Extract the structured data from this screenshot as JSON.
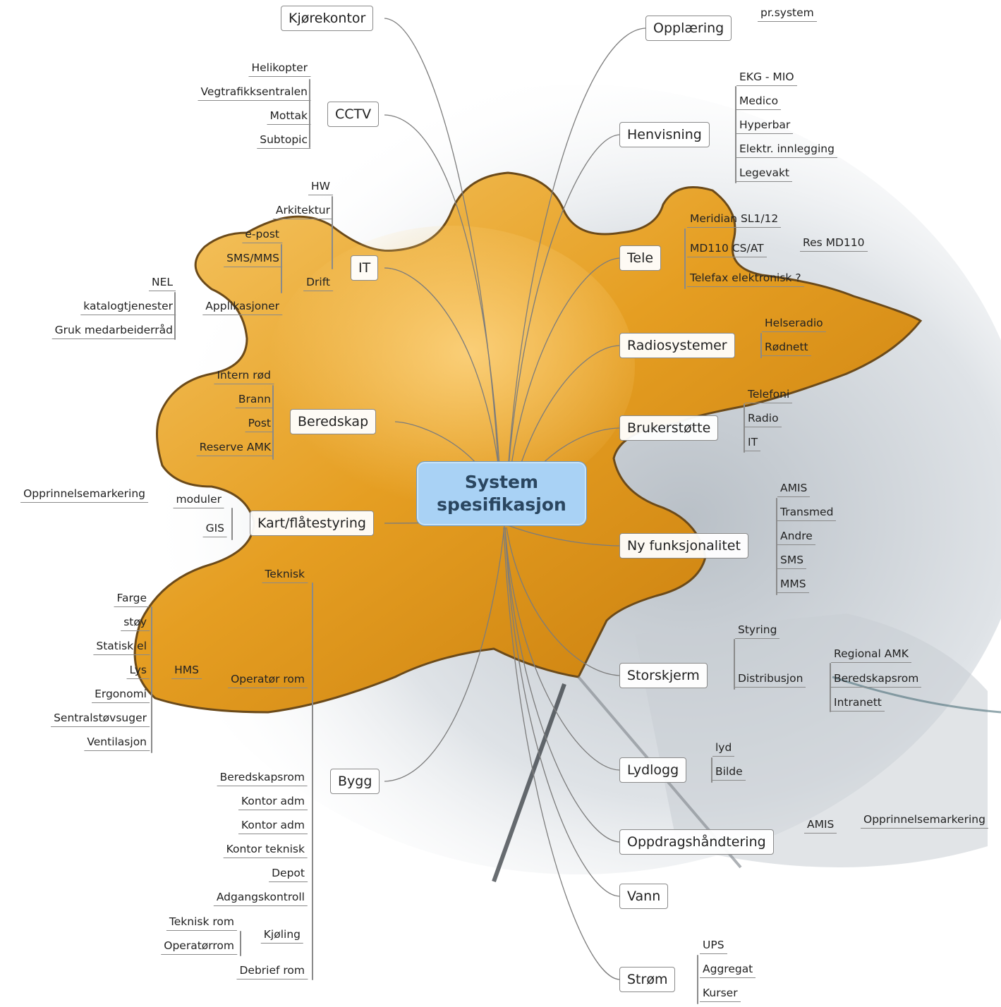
{
  "center": {
    "line1": "System",
    "line2": "spesifikasjon"
  },
  "left_branches": {
    "kjorekontor": "Kjørekontor",
    "cctv": {
      "label": "CCTV",
      "children": [
        "Helikopter",
        "Vegtrafikksentralen",
        "Mottak",
        "Subtopic"
      ]
    },
    "it": {
      "label": "IT",
      "hw": "HW",
      "arkitektur": "Arkitektur",
      "drift": "Drift",
      "drift_children": [
        "e-post",
        "SMS/MMS"
      ],
      "applikasjoner": "Applikasjoner",
      "applikasjoner_children": [
        "NEL",
        "katalogtjenester",
        "Gruk medarbeiderråd"
      ]
    },
    "beredskap": {
      "label": "Beredskap",
      "children": [
        "Intern rød",
        "Brann",
        "Post",
        "Reserve AMK"
      ]
    },
    "kart": {
      "label": "Kart/flåtestyring",
      "moduler": "moduler",
      "opprinnelse": "Opprinnelsemarkering",
      "gis": "GIS"
    },
    "bygg": {
      "label": "Bygg",
      "teknisk": "Teknisk",
      "operator_rom": "Operatør rom",
      "hms": "HMS",
      "hms_children": [
        "Farge",
        "støy",
        "Statisk el",
        "Lys",
        "Ergonomi",
        "Sentralstøvsuger",
        "Ventilasjon"
      ],
      "rooms": [
        "Beredskapsrom",
        "Kontor adm",
        "Kontor adm",
        "Kontor teknisk",
        "Depot",
        "Adgangskontroll"
      ],
      "kjoling": "Kjøling",
      "kjoling_children": [
        "Teknisk rom",
        "Operatørrom"
      ],
      "debrief": "Debrief rom"
    }
  },
  "right_branches": {
    "opplaering": {
      "label": "Opplæring",
      "children": [
        "pr.system"
      ]
    },
    "henvisning": {
      "label": "Henvisning",
      "children": [
        "EKG - MIO",
        "Medico",
        "Hyperbar",
        "Elektr. innlegging",
        "Legevakt"
      ]
    },
    "tele": {
      "label": "Tele",
      "meridian": "Meridian SL1/12",
      "md110": "MD110 CS/AT",
      "res_md110": "Res MD110",
      "telefax": "Telefax elektronisk ?"
    },
    "radiosystemer": {
      "label": "Radiosystemer",
      "children": [
        "Helseradio",
        "Rødnett"
      ]
    },
    "brukerstotte": {
      "label": "Brukerstøtte",
      "children": [
        "Telefoni",
        "Radio",
        "IT"
      ]
    },
    "ny_funksjonalitet": {
      "label": "Ny funksjonalitet",
      "children": [
        "AMIS",
        "Transmed",
        "Andre",
        "SMS",
        "MMS"
      ]
    },
    "storskjerm": {
      "label": "Storskjerm",
      "styring": "Styring",
      "distribusjon": "Distribusjon",
      "distribusjon_children": [
        "Regional AMK",
        "Beredskapsrom",
        "Intranett"
      ]
    },
    "lydlogg": {
      "label": "Lydlogg",
      "children": [
        "lyd",
        "Bilde"
      ]
    },
    "oppdrag": {
      "label": "Oppdragshåndtering",
      "amis": "AMIS",
      "opprinnelse": "Opprinnelsemarkering"
    },
    "vann": {
      "label": "Vann"
    },
    "strom": {
      "label": "Strøm",
      "children": [
        "UPS",
        "Aggregat",
        "Kurser"
      ]
    }
  }
}
